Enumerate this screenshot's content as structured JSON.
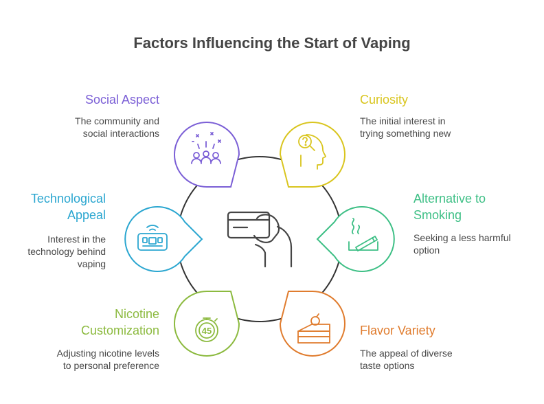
{
  "title": "Factors Influencing the Start of Vaping",
  "colors": {
    "social": "#7b5fd6",
    "tech": "#2aa6d0",
    "nicotine": "#8cba3f",
    "curiosity": "#d9c51e",
    "alternative": "#3dbf85",
    "flavor": "#e07c2e",
    "center": "#454545"
  },
  "factors": {
    "social": {
      "title": "Social Aspect",
      "desc": [
        "The community and",
        "social interactions"
      ],
      "icon": "people-fireworks-icon"
    },
    "tech": {
      "title": [
        "Technological",
        "Appeal"
      ],
      "desc": [
        "Interest in the",
        "technology behind",
        "vaping"
      ],
      "icon": "device-wifi-icon"
    },
    "nicotine": {
      "title": [
        "Nicotine",
        "Customization"
      ],
      "desc": [
        "Adjusting nicotine levels",
        "to personal preference"
      ],
      "icon": "timer-45-icon"
    },
    "curiosity": {
      "title": "Curiosity",
      "desc": [
        "The initial interest in",
        "trying something new"
      ],
      "icon": "head-question-icon"
    },
    "alternative": {
      "title": [
        "Alternative to",
        "Smoking"
      ],
      "desc": [
        "Seeking a less harmful",
        "option"
      ],
      "icon": "cigarette-smoke-icon"
    },
    "flavor": {
      "title": "Flavor Variety",
      "desc": [
        "The appeal of diverse",
        "taste options"
      ],
      "icon": "cake-icon"
    }
  },
  "center_icon": "hand-card-icon"
}
